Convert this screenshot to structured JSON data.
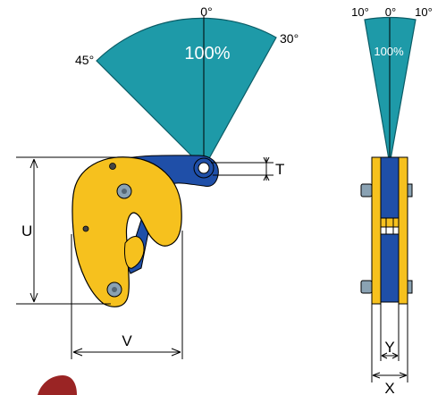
{
  "side_view": {
    "angle_center": "0°",
    "angle_right": "30°",
    "angle_left": "45°",
    "capacity": "100%"
  },
  "front_view": {
    "angle_left": "10°",
    "angle_center": "0°",
    "angle_right": "10°",
    "capacity": "100%"
  },
  "dimensions": {
    "u": "U",
    "v": "V",
    "t": "T",
    "x": "X",
    "y": "Y"
  },
  "colors": {
    "sector": "#1e9aa8",
    "sector_stroke": "#0b5c66",
    "body_yellow": "#f6c11e",
    "body_blue": "#1f4fa8",
    "bolt": "#8aa2b3",
    "line": "#000000",
    "logo": "#9a2424"
  }
}
